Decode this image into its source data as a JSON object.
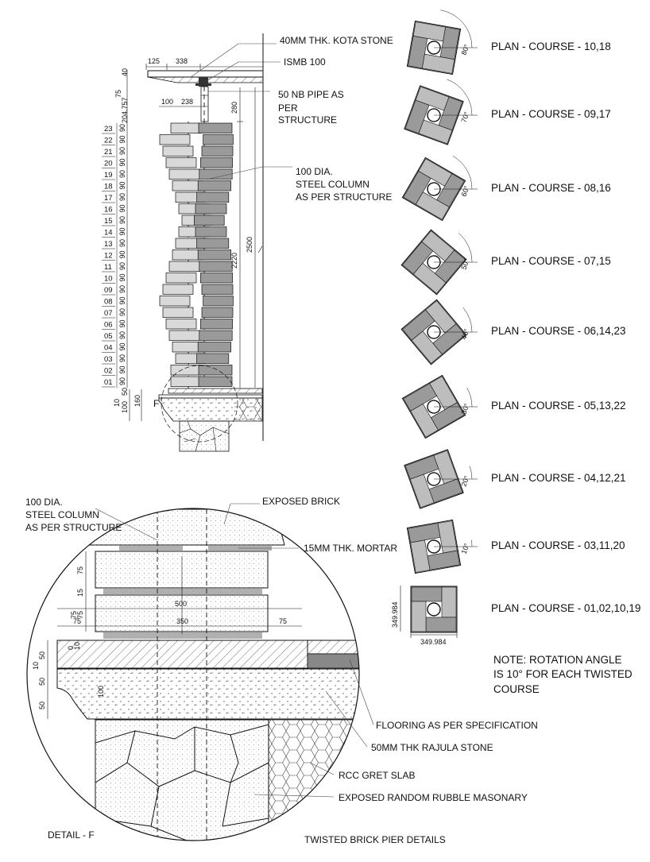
{
  "drawing": {
    "title": "TWISTED BRICK PIER DETAILS",
    "detail_label": "DETAIL - F",
    "callout_letter": "F",
    "note": [
      "NOTE:  ROTATION ANGLE",
      "IS 10° FOR EACH TWISTED",
      "COURSE"
    ]
  },
  "elevation_labels": {
    "kota": "40MM THK. KOTA STONE",
    "ismb": "ISMB 100",
    "pipe": [
      "50 NB PIPE AS",
      "PER",
      "STRUCTURE"
    ],
    "steel": [
      "100 DIA.",
      "STEEL COLUMN",
      "AS PER STRUCTURE"
    ]
  },
  "elevation_dims": {
    "top_125": "125",
    "top_338": "338",
    "top_100": "100",
    "top_238": "238",
    "left_40": "40",
    "left_75": "75",
    "left_757": "204.757",
    "right_280": "280",
    "right_2220": "2220",
    "right_2500": "2500",
    "base_10": "10",
    "base_100": "100",
    "base_50": "50",
    "base_160": "160"
  },
  "courses": [
    "23",
    "22",
    "21",
    "20",
    "19",
    "18",
    "17",
    "16",
    "15",
    "14",
    "13",
    "12",
    "11",
    "10",
    "09",
    "08",
    "07",
    "06",
    "05",
    "04",
    "03",
    "02",
    "01"
  ],
  "course_dims": [
    "90",
    "90",
    "90",
    "90",
    "90",
    "90",
    "90",
    "90",
    "90",
    "90",
    "90",
    "90",
    "90",
    "90",
    "90",
    "90",
    "90",
    "90",
    "90",
    "90",
    "90",
    "90",
    "90"
  ],
  "plans": [
    {
      "label": "PLAN - COURSE - 10,18",
      "angle": "80°",
      "rot": 80
    },
    {
      "label": "PLAN - COURSE - 09,17",
      "angle": "70°",
      "rot": 70
    },
    {
      "label": "PLAN - COURSE - 08,16",
      "angle": "60°",
      "rot": 60
    },
    {
      "label": "PLAN - COURSE - 07,15",
      "angle": "50°",
      "rot": 50
    },
    {
      "label": "PLAN - COURSE - 06,14,23",
      "angle": "40°",
      "rot": 40
    },
    {
      "label": "PLAN - COURSE - 05,13,22",
      "angle": "30°",
      "rot": 30
    },
    {
      "label": "PLAN - COURSE - 04,12,21",
      "angle": "20°",
      "rot": 20
    },
    {
      "label": "PLAN - COURSE - 03,11,20",
      "angle": "10°",
      "rot": 10
    },
    {
      "label": "PLAN - COURSE - 01,02,10,19",
      "angle": "",
      "rot": 0
    }
  ],
  "plan_base_dims": {
    "w": "349.984",
    "h": "349.984"
  },
  "detail_labels": {
    "steel": [
      "100 DIA.",
      "STEEL COLUMN",
      "AS PER STRUCTURE"
    ],
    "exposed_brick": "EXPOSED BRICK",
    "mortar": "15MM THK. MORTAR",
    "flooring": "FLOORING AS PER SPECIFICATION",
    "rajula": "50MM THK RAJULA STONE",
    "rcc": "RCC GRET SLAB",
    "rubble": "EXPOSED RANDOM RUBBLE MASONARY"
  },
  "detail_dims": {
    "d75a": "75",
    "d15": "15",
    "d75b": "75",
    "d75c": "75",
    "d500": "500",
    "d350": "350",
    "d75r": "75",
    "d75l": "75",
    "d10": "10",
    "d50a": "50",
    "d50b": "50",
    "d100": "100",
    "d50c": "50",
    "d0": "0",
    "d10b": "10"
  },
  "colors": {
    "line": "#111111",
    "brick_light": "#d9d9d9",
    "brick_dark": "#9a9a9a",
    "mortar": "#b0b0b0"
  }
}
